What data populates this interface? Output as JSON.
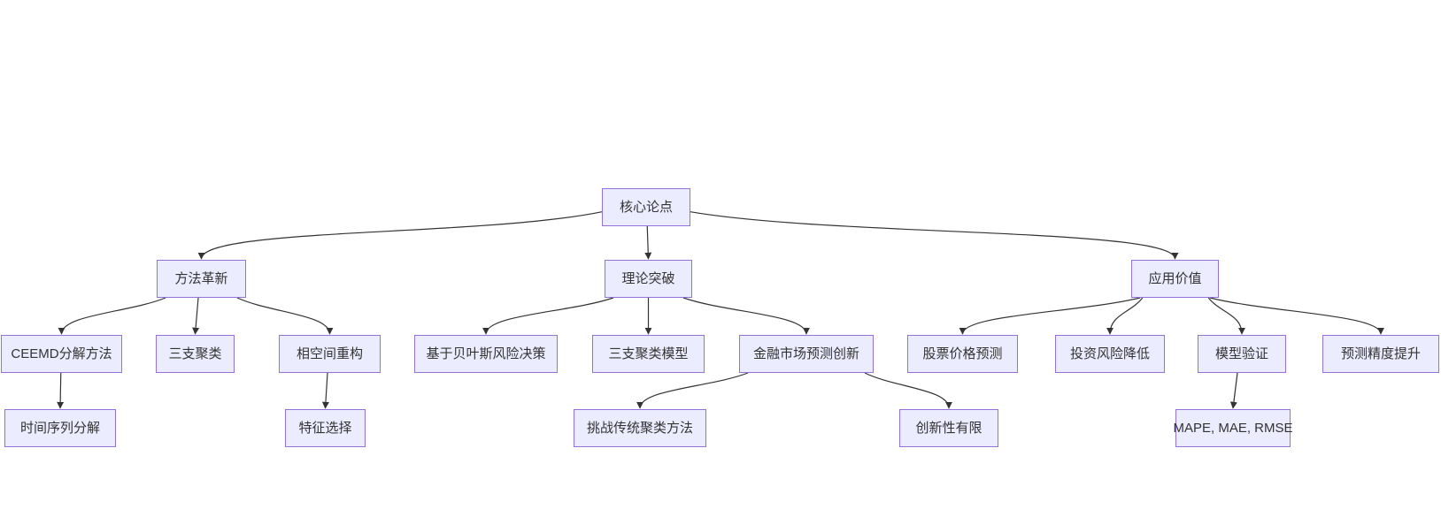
{
  "diagram": {
    "type": "flowchart",
    "orientation": "top-down",
    "colors": {
      "background": "#ffffff",
      "node_fill": "#ECECFF",
      "node_border": "#9370DB",
      "node_text": "#333333",
      "edge": "#333333"
    },
    "nodes": [
      {
        "id": "core",
        "label": "核心论点"
      },
      {
        "id": "method",
        "label": "方法革新"
      },
      {
        "id": "theory",
        "label": "理论突破"
      },
      {
        "id": "application",
        "label": "应用价值"
      },
      {
        "id": "ceemd",
        "label": "CEEMD分解方法"
      },
      {
        "id": "three_way",
        "label": "三支聚类"
      },
      {
        "id": "phase",
        "label": "相空间重构"
      },
      {
        "id": "bayes",
        "label": "基于贝叶斯风险决策"
      },
      {
        "id": "three_way_model",
        "label": "三支聚类模型"
      },
      {
        "id": "finance",
        "label": "金融市场预测创新"
      },
      {
        "id": "stock",
        "label": "股票价格预测"
      },
      {
        "id": "invest",
        "label": "投资风险降低"
      },
      {
        "id": "model_valid",
        "label": "模型验证"
      },
      {
        "id": "accuracy",
        "label": "预测精度提升"
      },
      {
        "id": "ts_decomp",
        "label": "时间序列分解"
      },
      {
        "id": "feature",
        "label": "特征选择"
      },
      {
        "id": "challenge",
        "label": "挑战传统聚类方法"
      },
      {
        "id": "limited",
        "label": "创新性有限"
      },
      {
        "id": "metrics",
        "label": "MAPE, MAE, RMSE"
      }
    ],
    "edges": [
      {
        "from": "core",
        "to": "method"
      },
      {
        "from": "core",
        "to": "theory"
      },
      {
        "from": "core",
        "to": "application"
      },
      {
        "from": "method",
        "to": "ceemd"
      },
      {
        "from": "method",
        "to": "three_way"
      },
      {
        "from": "method",
        "to": "phase"
      },
      {
        "from": "theory",
        "to": "bayes"
      },
      {
        "from": "theory",
        "to": "three_way_model"
      },
      {
        "from": "theory",
        "to": "finance"
      },
      {
        "from": "application",
        "to": "stock"
      },
      {
        "from": "application",
        "to": "invest"
      },
      {
        "from": "application",
        "to": "model_valid"
      },
      {
        "from": "application",
        "to": "accuracy"
      },
      {
        "from": "ceemd",
        "to": "ts_decomp"
      },
      {
        "from": "phase",
        "to": "feature"
      },
      {
        "from": "finance",
        "to": "challenge"
      },
      {
        "from": "finance",
        "to": "limited"
      },
      {
        "from": "model_valid",
        "to": "metrics"
      }
    ]
  }
}
